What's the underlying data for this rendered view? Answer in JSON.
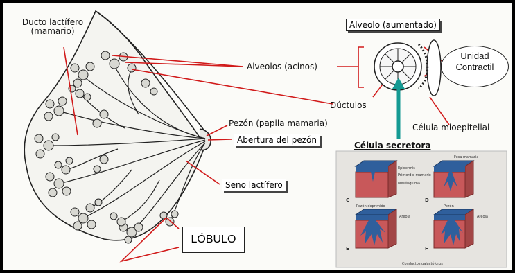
{
  "labels": {
    "ducto": "Ducto lactífero (mamario)",
    "alveolos": "Alveolos (acinos)",
    "ductulos": "Dúctulos",
    "pezon": "Pezón (papila mamaria)",
    "abertura": "Abertura del pezón",
    "seno": "Seno lactífero",
    "alveolo_aumentado": "Alveolo (aumentado)",
    "unidad": "Unidad Contractil",
    "celula_mioepitelial": "Célula mioepitelial",
    "celula_secretora": "Célula secretora",
    "lobulo": "LÓBULO"
  },
  "panels": {
    "c": "C",
    "d": "D",
    "e": "E",
    "f": "F",
    "epidermis": "Epidermis",
    "primordio": "Primordio mamario",
    "mesenquima": "Mesénquima",
    "fosa": "Fosa mamaria",
    "pezon_deprimido": "Pezón deprimido",
    "pezon2": "Pezón",
    "areola": "Areola",
    "areola2": "Areola",
    "conductos": "Conductos galactóforos"
  },
  "colors": {
    "pointer_red": "#d11a1a",
    "teal_arrow": "#159a93",
    "tissue_pink": "#c8585a",
    "epithelium_blue": "#2f5f9c",
    "panel_bg": "#e6e4e0"
  }
}
